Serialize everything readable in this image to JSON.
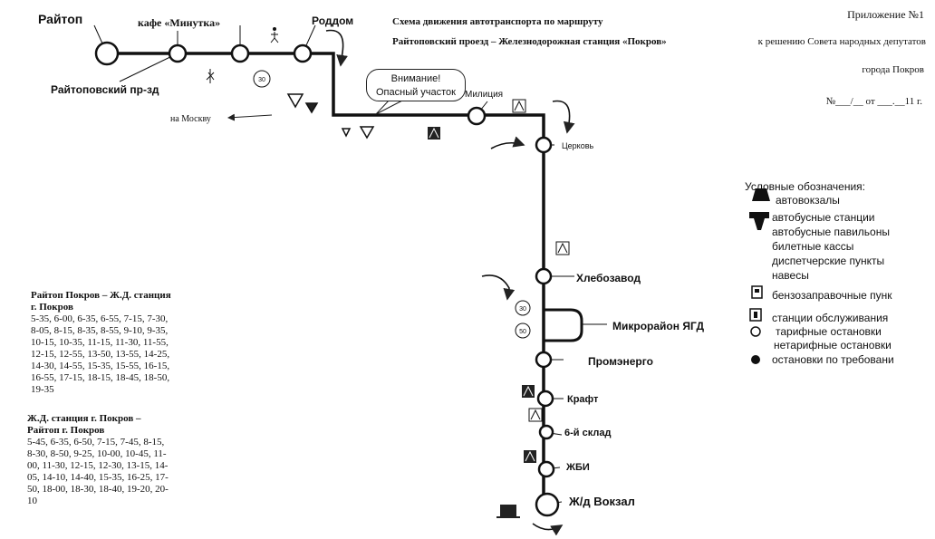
{
  "header": {
    "title_line1": "Схема движения автотранспорта по маршруту",
    "title_line2": "Райтоповский проезд – Железнодорожная станция «Покров»",
    "appendix_lines": [
      "Приложение №1",
      "к решению Совета народных депутатов",
      "города Покров",
      "№___/__   от ___.__11 г."
    ]
  },
  "stations": {
    "raitop": "Райтоп",
    "minutka": "кафе «Минутка»",
    "roddom": "Роддом",
    "raitop_proezd": "Райтоповский пр-зд",
    "militsiya": "Милиция",
    "tserkov": "Церковь",
    "khlebozavod": "Хлебозавод",
    "mikroraion": "Микрорайон ЯГД",
    "promenergo": "Промэнерго",
    "kraft": "Крафт",
    "sklad": "6-й склад",
    "zhbi": "ЖБИ",
    "vokzal": "Ж/д Вокзал"
  },
  "to_moscow": "на Москву",
  "warning": {
    "line1": "Внимание!",
    "line2": "Опасный участок"
  },
  "speed_signs": [
    "30",
    "30",
    "50"
  ],
  "legend": {
    "title": "Условные обозначения:",
    "items": [
      "автовокзалы",
      "автобусные станции",
      "автобусные павильоны",
      "билетные кассы",
      "диспетчерские пункты",
      "навесы",
      "бензозаправочные пунк",
      "станции обслуживания",
      "тарифные остановки",
      "нетарифные остановки",
      "остановки по требовани"
    ]
  },
  "schedule_1": {
    "title": "Райтоп Покров – Ж.Д. станция г. Покров",
    "times": "5-35, 6-00, 6-35, 6-55, 7-15, 7-30, 8-05, 8-15, 8-35, 8-55, 9-10, 9-35, 10-15, 10-35, 11-15, 11-30, 11-55, 12-15, 12-55, 13-50, 13-55, 14-25, 14-30, 14-55, 15-35, 15-55, 16-15, 16-55, 17-15, 18-15, 18-45, 18-50, 19-35"
  },
  "schedule_2": {
    "title": "Ж.Д. станция г. Покров – Райтоп г. Покров",
    "times": "5-45, 6-35, 6-50, 7-15, 7-45, 8-15, 8-30, 8-50, 9-25, 10-00, 10-45, 11-00, 11-30, 12-15, 12-30, 13-15,  14-05, 14-10, 14-40, 15-35, 16-25, 17-50, 18-00, 18-30, 18-40, 19-20, 20-10"
  }
}
